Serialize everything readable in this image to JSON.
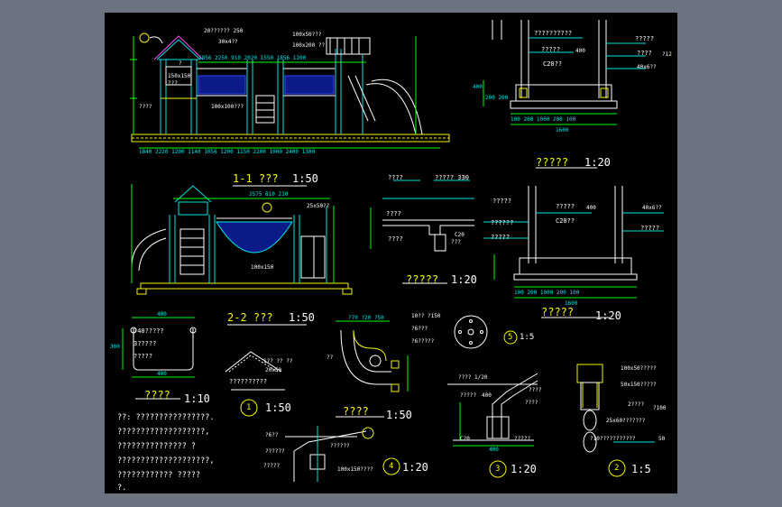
{
  "colors": {
    "frame": "#6b7280",
    "sheet": "#000000",
    "yellow": "#f5f500",
    "cyan": "#00e5e5",
    "white": "#ffffff",
    "green": "#00ff00",
    "magenta": "#ff44ff",
    "blue": "#2a4cff"
  },
  "titles": {
    "elev1_name": "1-1 ???",
    "elev1_scale": "1:50",
    "elev2_name": "2-2 ???",
    "elev2_scale": "1:50",
    "detail_rt1": "?????",
    "detail_rt1_scale": "1:20",
    "detail_mid": "?????",
    "detail_mid_scale": "1:20",
    "detail_rt2": "?????",
    "detail_rt2_scale": "1:20",
    "detail_sm": "????",
    "detail_sm_scale": "1:10",
    "detail_plan": "????",
    "detail_plan_scale": "1:50",
    "det1_num": "1",
    "det1_scale": "1:50",
    "det2_num": "2",
    "det2_scale": "1:5",
    "det3_num": "3",
    "det3_scale": "1:20",
    "det4_num": "4",
    "det4_scale": "1:20",
    "det5_num": "5",
    "det5_scale": "1:5"
  },
  "labels": {
    "e1_a": "20?????? 250",
    "e1_b": "30x4??",
    "e1_c": "100x50???",
    "e1_d": "100x200 ??",
    "e1_e": "?",
    "e1_f": "150x150",
    "e1_g": "???",
    "e1_h": "????",
    "e1_i": "100x100???",
    "e1_dims": "1840  2220  1200  1140  1056  1200  1150  2200  1000  2400  1300",
    "e1_top": "1856  2250 910 2020 1550   1856  1200",
    "e2_a": "25x50??",
    "e2_b": "100x150",
    "e2_top": "2575  810 210",
    "r1_a": "??????????",
    "r1_b": "?????",
    "r1_c": "400",
    "r1_d": "C20??",
    "r1_e": "?????",
    "r1_f": "????",
    "r1_g": "?12",
    "r1_h": "40x6??",
    "r1_dims": "100 200   1000   200 100",
    "r1_total": "1600",
    "r1_left": "400",
    "r1_left2": "200 200",
    "m_a": "????",
    "m_b": "????? 330",
    "m_c": "????",
    "m_d": "????",
    "m_e": "C20",
    "m_f": "???",
    "r2_a": "?????",
    "r2_b": "?????",
    "r2_c": "400",
    "r2_d": "C20??",
    "r2_e": "40x6??",
    "r2_f": "??????",
    "r2_g": "?????",
    "r2_h": "?????",
    "r2_dims": "100 200   1000   200 100",
    "r2_total": "1600",
    "s_a": "?40?????",
    "s_b": "3?????",
    "s_c": "?????",
    "s_d": "400",
    "s_e": "400",
    "s_f": "300",
    "p_a": "1?? ?? ??",
    "p_b": "20x50",
    "p_c": "??????????",
    "pl_a": "?70 ?20 ?50",
    "pl_b": "??",
    "c_a": "10?? ?150",
    "c_b": "?6???",
    "c_c": "?6?????",
    "d3_a": "???? 1/20",
    "d3_b": "????",
    "d3_c": "?????",
    "d3_d": "????",
    "d3_e": "C20",
    "d3_f": "400",
    "d3_g": "?????",
    "d3_h": "400",
    "d2_a": "100x50?????",
    "d2_b": "50x150?????",
    "d2_c": "2????",
    "d2_d": "?100",
    "d2_e": "25x60???????",
    "d2_f": "?10???????????",
    "d2_g": "50",
    "d4_a": "?6??",
    "d4_b": "??????",
    "d4_c": "??????",
    "d4_d": "?????",
    "d4_e": "100x150????"
  },
  "notes": [
    "??: ????????????????.",
    "???????????????????,",
    "??????????????? ?",
    "????????????????????,",
    "????????????       ?????",
    "?."
  ]
}
